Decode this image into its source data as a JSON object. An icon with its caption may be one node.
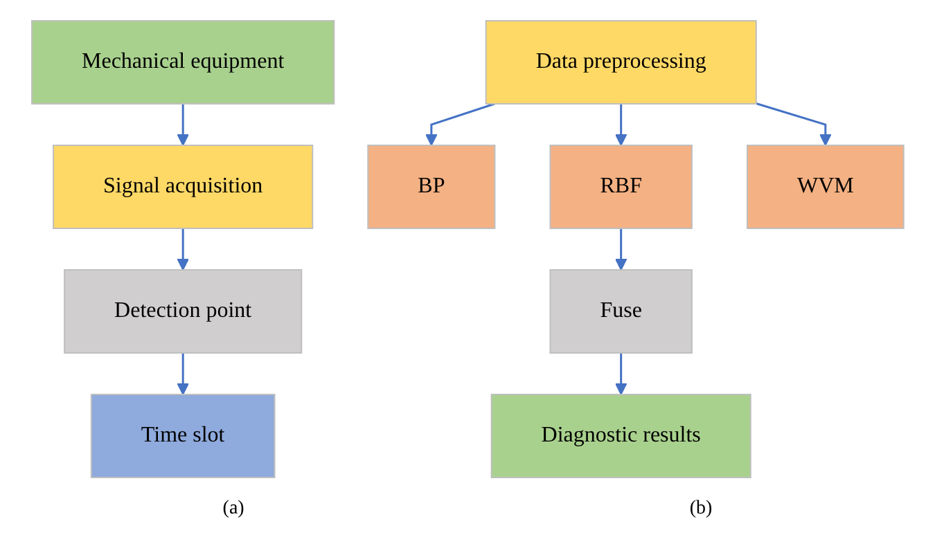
{
  "diagram": {
    "nodes": [
      {
        "text": [
          "Mechanical equipment"
        ]
      },
      {
        "text": [
          "Signal acquisition"
        ]
      },
      {
        "text": [
          "Detection point"
        ]
      },
      {
        "text": [
          "Time slot"
        ]
      },
      {
        "text": [
          "Data preprocessing"
        ]
      },
      {
        "text": [
          "BP"
        ]
      },
      {
        "text": [
          "RBF"
        ]
      },
      {
        "text": [
          "WVM"
        ]
      },
      {
        "text": [
          "Fuse"
        ]
      },
      {
        "text": [
          "Diagnostic results"
        ]
      }
    ],
    "edges": [
      {
        "from": 0,
        "to": 1,
        "arrow": "to"
      },
      {
        "from": 1,
        "to": 2,
        "arrow": "to"
      },
      {
        "from": 2,
        "to": 3,
        "arrow": "to"
      },
      {
        "from": 4,
        "to": 5,
        "arrow": "to"
      },
      {
        "from": 4,
        "to": 6,
        "arrow": "to"
      },
      {
        "from": 4,
        "to": 7,
        "arrow": "to"
      },
      {
        "from": 6,
        "to": 8,
        "arrow": "to"
      },
      {
        "from": 8,
        "to": 9,
        "arrow": "to"
      }
    ],
    "labels": [
      "(a)",
      "(b)"
    ]
  }
}
